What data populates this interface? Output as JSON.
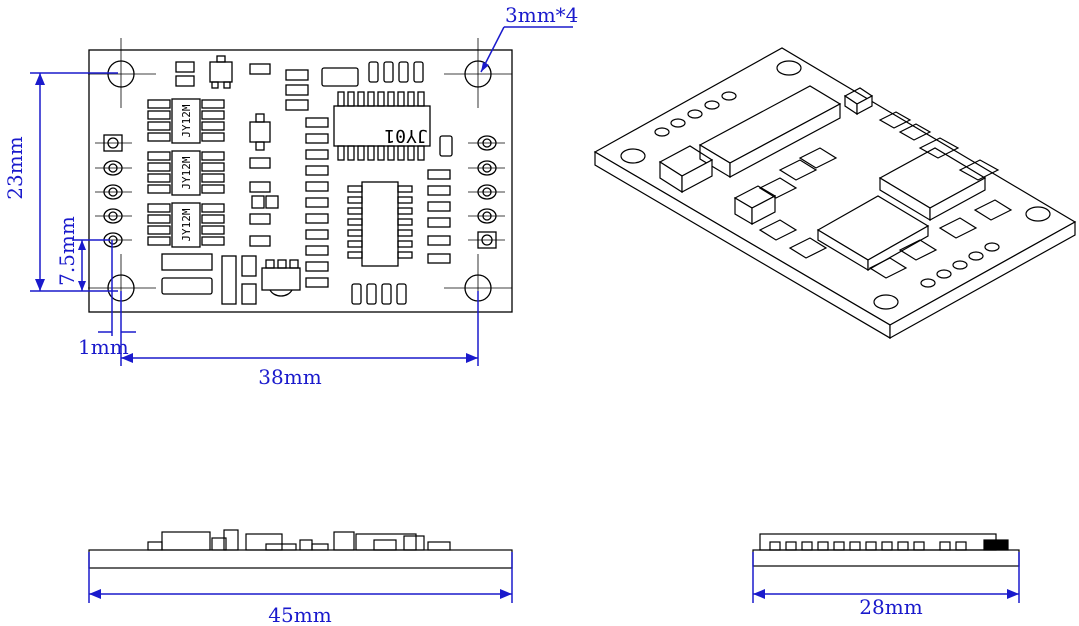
{
  "dimensions": {
    "holes": "3mm*4",
    "height": "23mm",
    "pin_offset": "7.5mm",
    "edge_offset": "1mm",
    "hole_spacing": "38mm",
    "length": "45mm",
    "width": "28mm"
  },
  "components": {
    "regulator_label": "JY12M",
    "ic_label": "JY01"
  },
  "colors": {
    "dimension": "#1a1acc",
    "outline": "#000000",
    "background": "#ffffff"
  }
}
